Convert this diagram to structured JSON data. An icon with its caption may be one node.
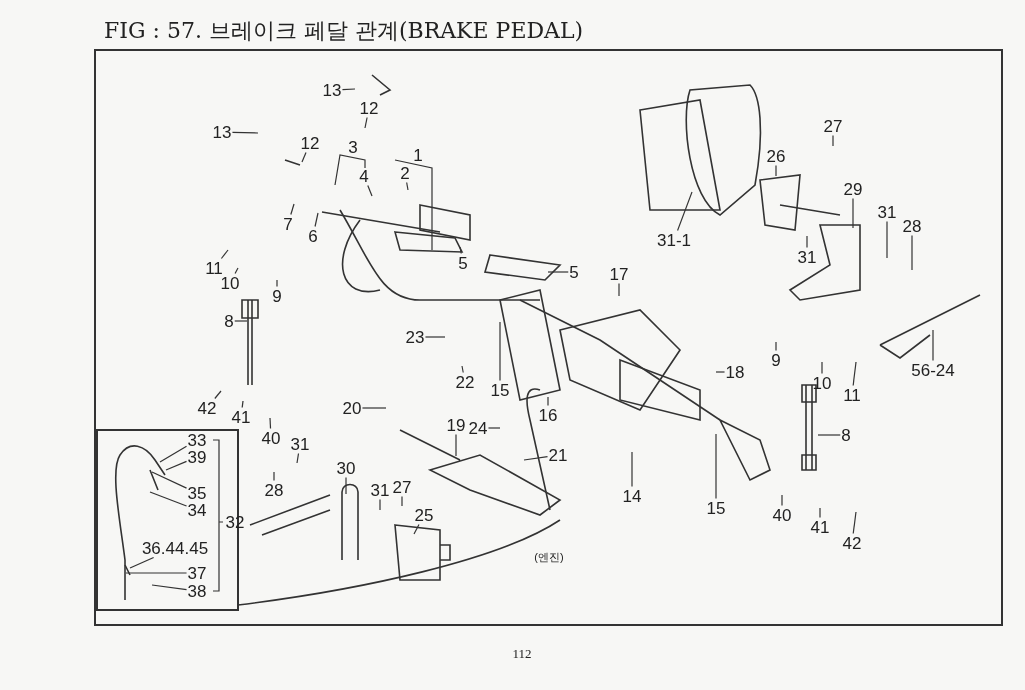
{
  "diagram": {
    "title": "FIG : 57. 브레이크 페달 관계(BRAKE PEDAL)",
    "nodes": [
      {
        "text": [
          "13"
        ]
      },
      {
        "text": [
          "12"
        ]
      },
      {
        "text": [
          "13"
        ]
      },
      {
        "text": [
          "12"
        ]
      },
      {
        "text": [
          "4"
        ]
      },
      {
        "text": [
          "2"
        ]
      },
      {
        "text": [
          "7"
        ]
      },
      {
        "text": [
          "6"
        ]
      },
      {
        "text": [
          "5"
        ]
      },
      {
        "text": [
          "5"
        ]
      },
      {
        "text": [
          "11"
        ]
      },
      {
        "text": [
          "10"
        ]
      },
      {
        "text": [
          "9"
        ]
      },
      {
        "text": [
          "8"
        ]
      },
      {
        "text": [
          "17"
        ]
      },
      {
        "text": [
          "23"
        ]
      },
      {
        "text": [
          "22"
        ]
      },
      {
        "text": [
          "15"
        ]
      },
      {
        "text": [
          "16"
        ]
      },
      {
        "text": [
          "20"
        ]
      },
      {
        "text": [
          "19"
        ]
      },
      {
        "text": [
          "24"
        ]
      },
      {
        "text": [
          "21"
        ]
      },
      {
        "text": [
          "14"
        ]
      },
      {
        "text": [
          "15"
        ]
      },
      {
        "text": [
          "18"
        ]
      },
      {
        "text": [
          "42"
        ]
      },
      {
        "text": [
          "41"
        ]
      },
      {
        "text": [
          "40"
        ]
      },
      {
        "text": [
          "31"
        ]
      },
      {
        "text": [
          "28"
        ]
      },
      {
        "text": [
          "30"
        ]
      },
      {
        "text": [
          "31"
        ]
      },
      {
        "text": [
          "27"
        ]
      },
      {
        "text": [
          "25"
        ]
      },
      {
        "text": [
          "31-1"
        ]
      },
      {
        "text": [
          "26"
        ]
      },
      {
        "text": [
          "27"
        ]
      },
      {
        "text": [
          "29"
        ]
      },
      {
        "text": [
          "31"
        ]
      },
      {
        "text": [
          "31"
        ]
      },
      {
        "text": [
          "28"
        ]
      },
      {
        "text": [
          "9"
        ]
      },
      {
        "text": [
          "10"
        ]
      },
      {
        "text": [
          "11"
        ]
      },
      {
        "text": [
          "56-24"
        ]
      },
      {
        "text": [
          "8"
        ]
      },
      {
        "text": [
          "40"
        ]
      },
      {
        "text": [
          "41"
        ]
      },
      {
        "text": [
          "42"
        ]
      },
      {
        "text": [
          "33"
        ]
      },
      {
        "text": [
          "39"
        ]
      },
      {
        "text": [
          "35"
        ]
      },
      {
        "text": [
          "34"
        ]
      },
      {
        "text": [
          "36.44.45"
        ]
      },
      {
        "text": [
          "37"
        ]
      },
      {
        "text": [
          "38"
        ]
      }
    ],
    "edges": [
      {
        "from": 0,
        "to": null,
        "arrow": "none"
      },
      {
        "from": 1,
        "to": null,
        "arrow": "none"
      },
      {
        "from": 2,
        "to": null,
        "arrow": "none"
      },
      {
        "from": 3,
        "to": null,
        "arrow": "none"
      },
      {
        "from": 4,
        "to": null,
        "arrow": "none"
      },
      {
        "from": 5,
        "to": null,
        "arrow": "none"
      },
      {
        "from": 6,
        "to": null,
        "arrow": "none"
      },
      {
        "from": 7,
        "to": null,
        "arrow": "none"
      },
      {
        "from": 8,
        "to": null,
        "arrow": "none"
      },
      {
        "from": 9,
        "to": null,
        "arrow": "none"
      },
      {
        "from": 10,
        "to": null,
        "arrow": "none"
      },
      {
        "from": 11,
        "to": null,
        "arrow": "none"
      },
      {
        "from": 12,
        "to": null,
        "arrow": "none"
      },
      {
        "from": 13,
        "to": null,
        "arrow": "none"
      },
      {
        "from": 14,
        "to": null,
        "arrow": "none"
      },
      {
        "from": 15,
        "to": null,
        "arrow": "none"
      },
      {
        "from": 16,
        "to": null,
        "arrow": "none"
      },
      {
        "from": 17,
        "to": null,
        "arrow": "none"
      },
      {
        "from": 18,
        "to": null,
        "arrow": "none"
      },
      {
        "from": 19,
        "to": null,
        "arrow": "none"
      },
      {
        "from": 20,
        "to": null,
        "arrow": "none"
      },
      {
        "from": 21,
        "to": null,
        "arrow": "none"
      },
      {
        "from": 22,
        "to": null,
        "arrow": "none"
      },
      {
        "from": 23,
        "to": null,
        "arrow": "none"
      },
      {
        "from": 24,
        "to": null,
        "arrow": "none"
      },
      {
        "from": 25,
        "to": null,
        "arrow": "none"
      },
      {
        "from": 26,
        "to": null,
        "arrow": "none"
      },
      {
        "from": 27,
        "to": null,
        "arrow": "none"
      },
      {
        "from": 28,
        "to": null,
        "arrow": "none"
      },
      {
        "from": 29,
        "to": null,
        "arrow": "none"
      },
      {
        "from": 30,
        "to": null,
        "arrow": "none"
      },
      {
        "from": 31,
        "to": null,
        "arrow": "none"
      },
      {
        "from": 32,
        "to": null,
        "arrow": "none"
      },
      {
        "from": 33,
        "to": null,
        "arrow": "none"
      },
      {
        "from": 34,
        "to": null,
        "arrow": "none"
      },
      {
        "from": 35,
        "to": null,
        "arrow": "none"
      },
      {
        "from": 36,
        "to": null,
        "arrow": "none"
      },
      {
        "from": 37,
        "to": null,
        "arrow": "none"
      },
      {
        "from": 38,
        "to": null,
        "arrow": "none"
      },
      {
        "from": 39,
        "to": null,
        "arrow": "none"
      },
      {
        "from": 40,
        "to": null,
        "arrow": "none"
      },
      {
        "from": 41,
        "to": null,
        "arrow": "none"
      },
      {
        "from": 42,
        "to": null,
        "arrow": "none"
      },
      {
        "from": 43,
        "to": null,
        "arrow": "none"
      },
      {
        "from": 44,
        "to": null,
        "arrow": "none"
      },
      {
        "from": 45,
        "to": null,
        "arrow": "none"
      },
      {
        "from": 46,
        "to": null,
        "arrow": "none"
      },
      {
        "from": 47,
        "to": null,
        "arrow": "none"
      },
      {
        "from": 48,
        "to": null,
        "arrow": "none"
      },
      {
        "from": 49,
        "to": null,
        "arrow": "none"
      },
      {
        "from": 50,
        "to": null,
        "arrow": "none"
      },
      {
        "from": 51,
        "to": null,
        "arrow": "none"
      },
      {
        "from": 52,
        "to": null,
        "arrow": "none"
      },
      {
        "from": 53,
        "to": null,
        "arrow": "none"
      },
      {
        "from": 54,
        "to": null,
        "arrow": "none"
      },
      {
        "from": 55,
        "to": null,
        "arrow": "none"
      },
      {
        "from": 56,
        "to": null,
        "arrow": "none"
      }
    ],
    "labels": [
      "3",
      "1",
      "32",
      "(엔진)",
      "112"
    ]
  }
}
